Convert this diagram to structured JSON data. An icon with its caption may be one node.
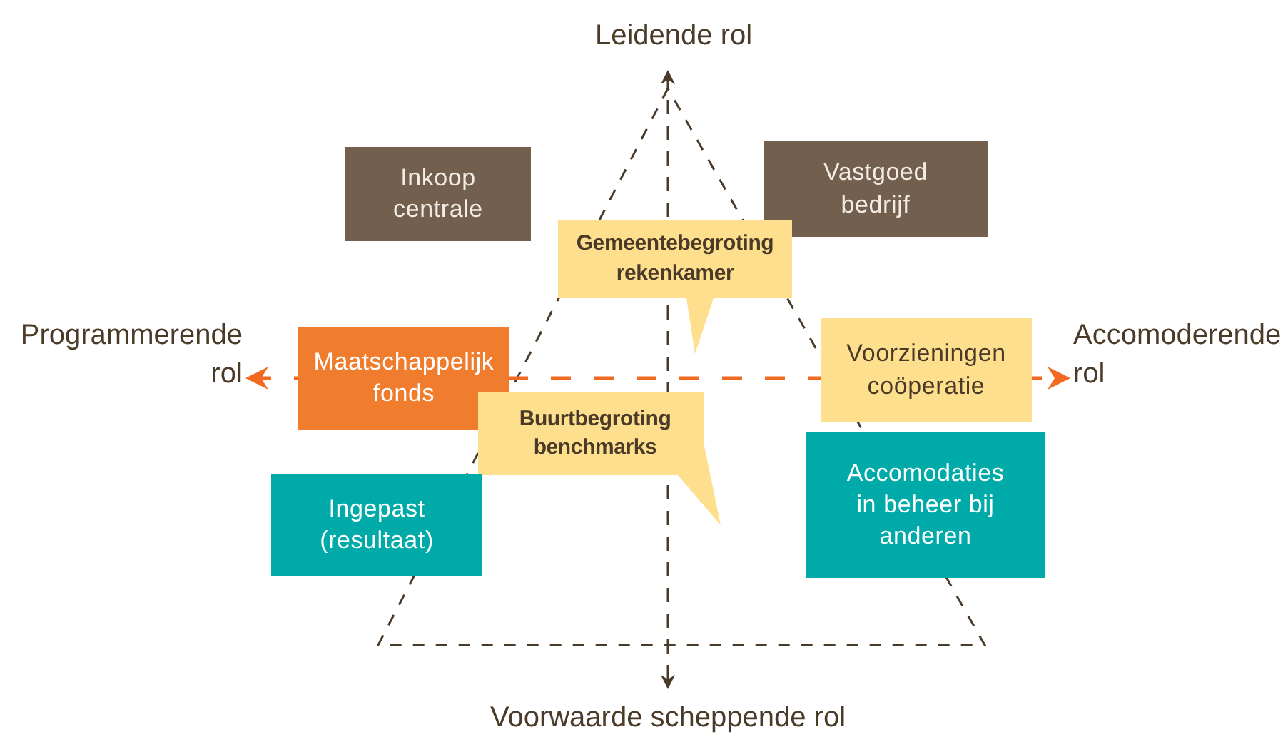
{
  "diagram": {
    "nodes": [
      {
        "text": [
          "Inkoop centrale"
        ]
      },
      {
        "text": [
          "Vastgoed bedrijf"
        ]
      },
      {
        "text": [
          "Gemeentebegroting rekenkamer"
        ]
      },
      {
        "text": [
          "Maatschappelijk fonds"
        ]
      },
      {
        "text": [
          "Voorzieningen coöperatie"
        ]
      },
      {
        "text": [
          "Buurtbegroting benchmarks"
        ]
      },
      {
        "text": [
          "Ingepast (resultaat)"
        ]
      },
      {
        "text": [
          "Accomodaties in beheer bij anderen"
        ]
      }
    ],
    "labels": [
      "Leidende rol",
      "Programmerende rol",
      "Accomoderende rol",
      "Voorwaarde scheppende rol"
    ]
  }
}
